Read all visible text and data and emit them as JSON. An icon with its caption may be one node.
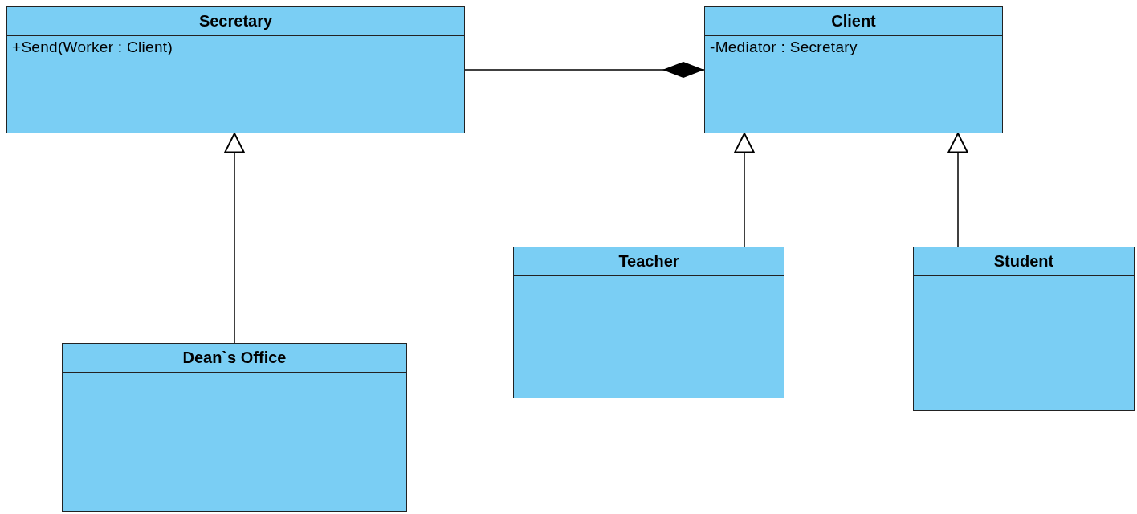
{
  "diagram": {
    "nodes": [
      {
        "text": [
          "Secretary",
          "+Send(Worker : Client)"
        ]
      },
      {
        "text": [
          "Client",
          "-Mediator : Secretary"
        ]
      },
      {
        "text": [
          "Teacher"
        ]
      },
      {
        "text": [
          "Student"
        ]
      },
      {
        "text": [
          "Dean`s Office"
        ]
      }
    ],
    "edges": [
      {
        "from": 0,
        "to": 1,
        "arrow": "other"
      },
      {
        "from": 2,
        "to": 1,
        "arrow": "to"
      },
      {
        "from": 3,
        "to": 1,
        "arrow": "to"
      },
      {
        "from": 4,
        "to": 0,
        "arrow": "to"
      }
    ]
  }
}
